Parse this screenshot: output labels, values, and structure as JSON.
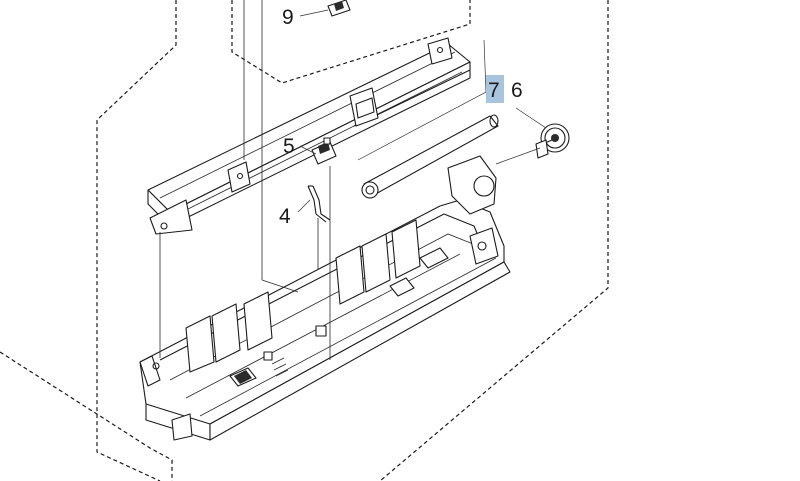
{
  "callouts": {
    "c9": "9",
    "c7": "7",
    "c6": "6",
    "c5": "5",
    "c4": "4"
  },
  "selected_callout": "7",
  "colors": {
    "highlight": "#a9c4de",
    "line": "#1c1c1c",
    "background": "#ffffff"
  }
}
